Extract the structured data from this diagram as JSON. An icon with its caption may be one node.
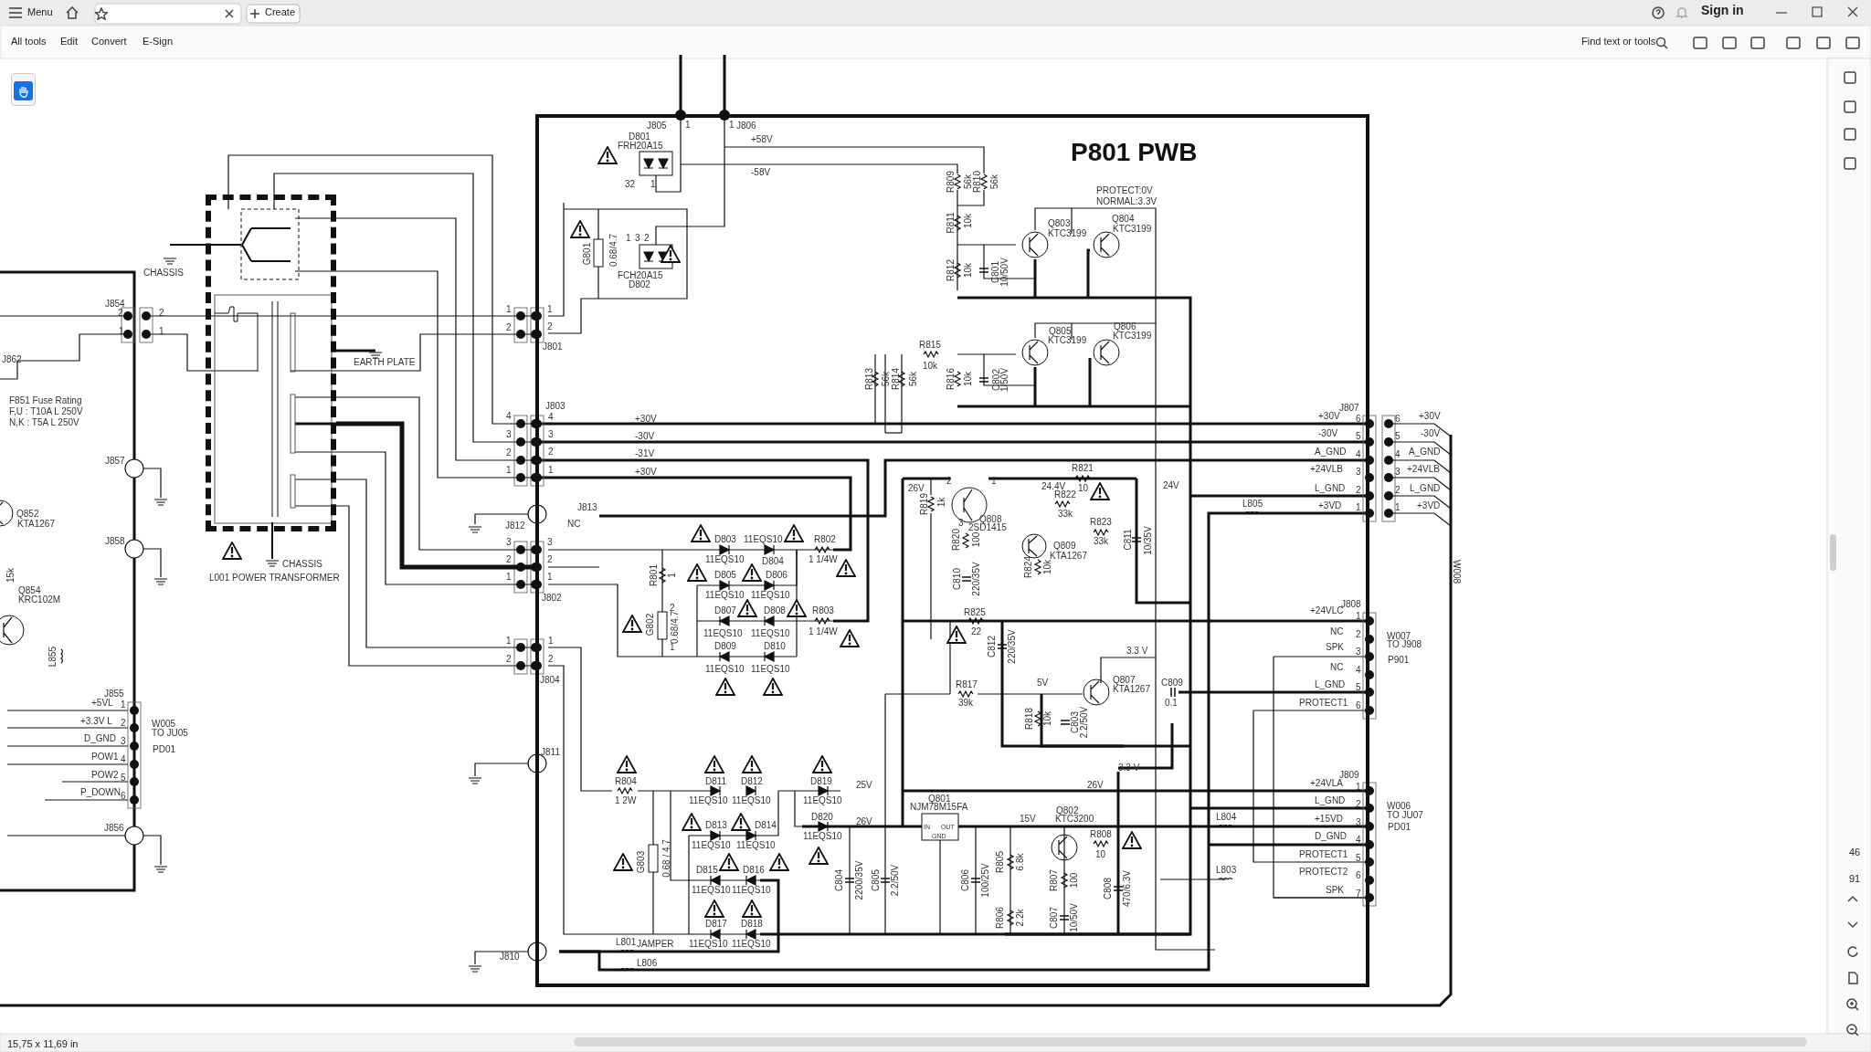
{
  "diagram": {
    "nodes": [
      {
        "text": [
          "P801 PWB"
        ]
      },
      {
        "text": [],
        "shape": "box"
      }
    ],
    "edges": [
      {
        "from": 1,
        "to": 0,
        "arrow": "other"
      },
      {
        "from": 1,
        "to": 0,
        "arrow": "other"
      },
      {
        "from": 1,
        "to": 0,
        "arrow": "other"
      },
      {
        "from": 1,
        "to": 0,
        "arrow": "other"
      },
      {
        "from": 1,
        "to": 0,
        "arrow": "other"
      },
      {
        "from": 1,
        "to": 0,
        "arrow": "other"
      },
      {
        "from": 1,
        "to": 0,
        "arrow": "other"
      },
      {
        "from": 1,
        "to": 0,
        "arrow": "other",
        "style": "thick"
      },
      {
        "from": 1,
        "to": 0,
        "arrow": "other"
      },
      {
        "from": 1,
        "to": 0,
        "arrow": "other"
      },
      {
        "from": 1,
        "to": 0,
        "arrow": "other"
      }
    ],
    "labels": [
      "Menu",
      "Create",
      "Sign in",
      "All tools",
      "Edit",
      "Convert",
      "E-Sign",
      "Find text or tools",
      "15,75 x 11,69 in",
      "46",
      "91",
      "CHASSIS",
      "J854",
      "2",
      "1",
      "2",
      "1",
      "J862",
      "F851 Fuse Rating",
      "F,U : T10A L 250V",
      "N,K :  T5A L 250V",
      "EARTH PLATE",
      "J857",
      "Q852",
      "KTA1267",
      "J858",
      "CHASSIS",
      "L001  POWER TRANSFORMER",
      "15k",
      "Q854",
      "KRC102M",
      "L855",
      "J855",
      "+5VL",
      "1",
      "+3.3V L",
      "2",
      "D_GND",
      "3",
      "POW1",
      "4",
      "POW2",
      "5",
      "P_DOWN",
      "6",
      "W005",
      "TO JU05",
      "PD01",
      "J856",
      "J805",
      "1",
      "1",
      "J806",
      "D801",
      "FRH20A15",
      "+58V",
      "-58V",
      "32",
      "1",
      "G801",
      "0.68/4.7",
      "1",
      "3",
      "2",
      "FCH20A15",
      "D802",
      "R809",
      "56k",
      "R810",
      "56k",
      "R811",
      "10k",
      "R812",
      "10k",
      "C801",
      "10/50V",
      "PROTECT:0V",
      "NORMAL:3.3V",
      "Q803",
      "KTC3199",
      "Q804",
      "KTC3199",
      "Q805",
      "KTC3199",
      "Q806",
      "KTC3199",
      "R815",
      "10k",
      "R813",
      "56k",
      "R814",
      "56k",
      "R816",
      "10k",
      "C802",
      "1/50V",
      "1",
      "2",
      "1",
      "2",
      "J801",
      "J803",
      "4",
      "3",
      "2",
      "1",
      "4",
      "3",
      "2",
      "1",
      "+30V",
      "-30V",
      "-31V",
      "+30V",
      "J807",
      "+30V",
      "6",
      "-30V",
      "5",
      "A_GND",
      "4",
      "+24VLB",
      "3",
      "L_GND",
      "2",
      "+3VD",
      "1",
      "6",
      "+30V",
      "5",
      "-30V",
      "4",
      "A_GND",
      "3",
      "+24VLB",
      "2",
      "L_GND",
      "1",
      "+3VD",
      "J812",
      "NC",
      "J813",
      "26V",
      "R819",
      "1k",
      "2",
      "1",
      "3",
      "Q808",
      "2SD1415",
      "R820",
      "100",
      "R821",
      "24.4V",
      "10",
      "R822",
      "33k",
      "R823",
      "33k",
      "24V",
      "L805",
      "C811",
      "10/35V",
      "Q809",
      "KTA1267",
      "R824",
      "10k",
      "C810",
      "220/35V",
      "3",
      "2",
      "1",
      "3",
      "2",
      "1",
      "J802",
      "1",
      "2",
      "1",
      "2",
      "J804",
      "D803",
      "11EQS10",
      "R802",
      "11EQS10",
      "D804",
      "1 1/4W",
      "R801",
      "1",
      "D805",
      "D806",
      "11EQS10",
      "11EQS10",
      "2",
      "D807",
      "D808",
      "R803",
      "G802",
      "0.68/4.7",
      "1",
      "11EQS10",
      "11EQS10",
      "1 1/4W",
      "D809",
      "D810",
      "11EQS10",
      "11EQS10",
      "J808",
      "+24VLC",
      "1",
      "NC",
      "2",
      "SPK",
      "3",
      "NC",
      "4",
      "L_GND",
      "5",
      "PROTECT1",
      "6",
      "W007",
      "TO J908",
      "P901",
      "W008",
      "R825",
      "22",
      "C812",
      "220/35V",
      "3.3 V",
      "5V",
      "Q807",
      "KTA1267",
      "C809",
      "0.1",
      "R817",
      "39k",
      "R818",
      "10k",
      "C803",
      "2.2/50V",
      "J811",
      "3.3 V",
      "26V",
      "J809",
      "+24VLA",
      "1",
      "L_GND",
      "2",
      "+15VD",
      "3",
      "D_GND",
      "4",
      "PROTECT1",
      "5",
      "PROTECT2",
      "6",
      "SPK",
      "7",
      "W006",
      "TO JU07",
      "PD01",
      "R804",
      "1 2W",
      "D811",
      "D812",
      "D819",
      "25V",
      "11EQS10",
      "11EQS10",
      "11EQS10",
      "D820",
      "26V",
      "11EQS10",
      "Q801",
      "NJM78M15FA",
      "IN",
      "OUT",
      "GND",
      "15V",
      "Q802",
      "KTC3200",
      "L804",
      "R808",
      "10",
      "D813",
      "D814",
      "11EQS10",
      "11EQS10",
      "G803",
      "0.68 / 4.7",
      "R805",
      "6.8k",
      "D815",
      "D816",
      "L803",
      "C804",
      "2200/35V",
      "C805",
      "2.2/50V",
      "C806",
      "100/25V",
      "R807",
      "100",
      "C808",
      "470/6.3V",
      "11EQS10",
      "11EQS10",
      "R806",
      "2.2k",
      "C807",
      "10/50V",
      "D817",
      "D818",
      "L801",
      "JAMPER",
      "11EQS10",
      "11EQS10",
      "J810",
      "L806"
    ]
  }
}
